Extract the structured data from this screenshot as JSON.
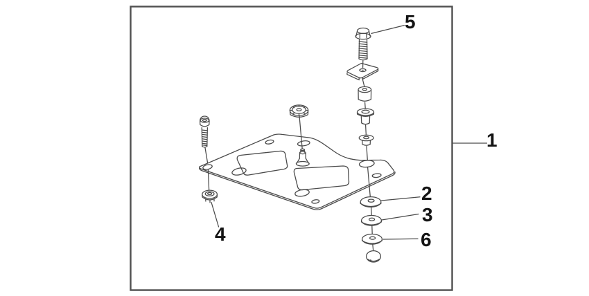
{
  "colors": {
    "background": "#ffffff",
    "frame_border": "#4f4f4f",
    "line_art": "#4a4a4a",
    "label_text": "#141414"
  },
  "callouts": {
    "c1": {
      "label": "1"
    },
    "c2": {
      "label": "2"
    },
    "c3": {
      "label": "3"
    },
    "c4": {
      "label": "4"
    },
    "c5": {
      "label": "5"
    },
    "c6": {
      "label": "6"
    }
  }
}
